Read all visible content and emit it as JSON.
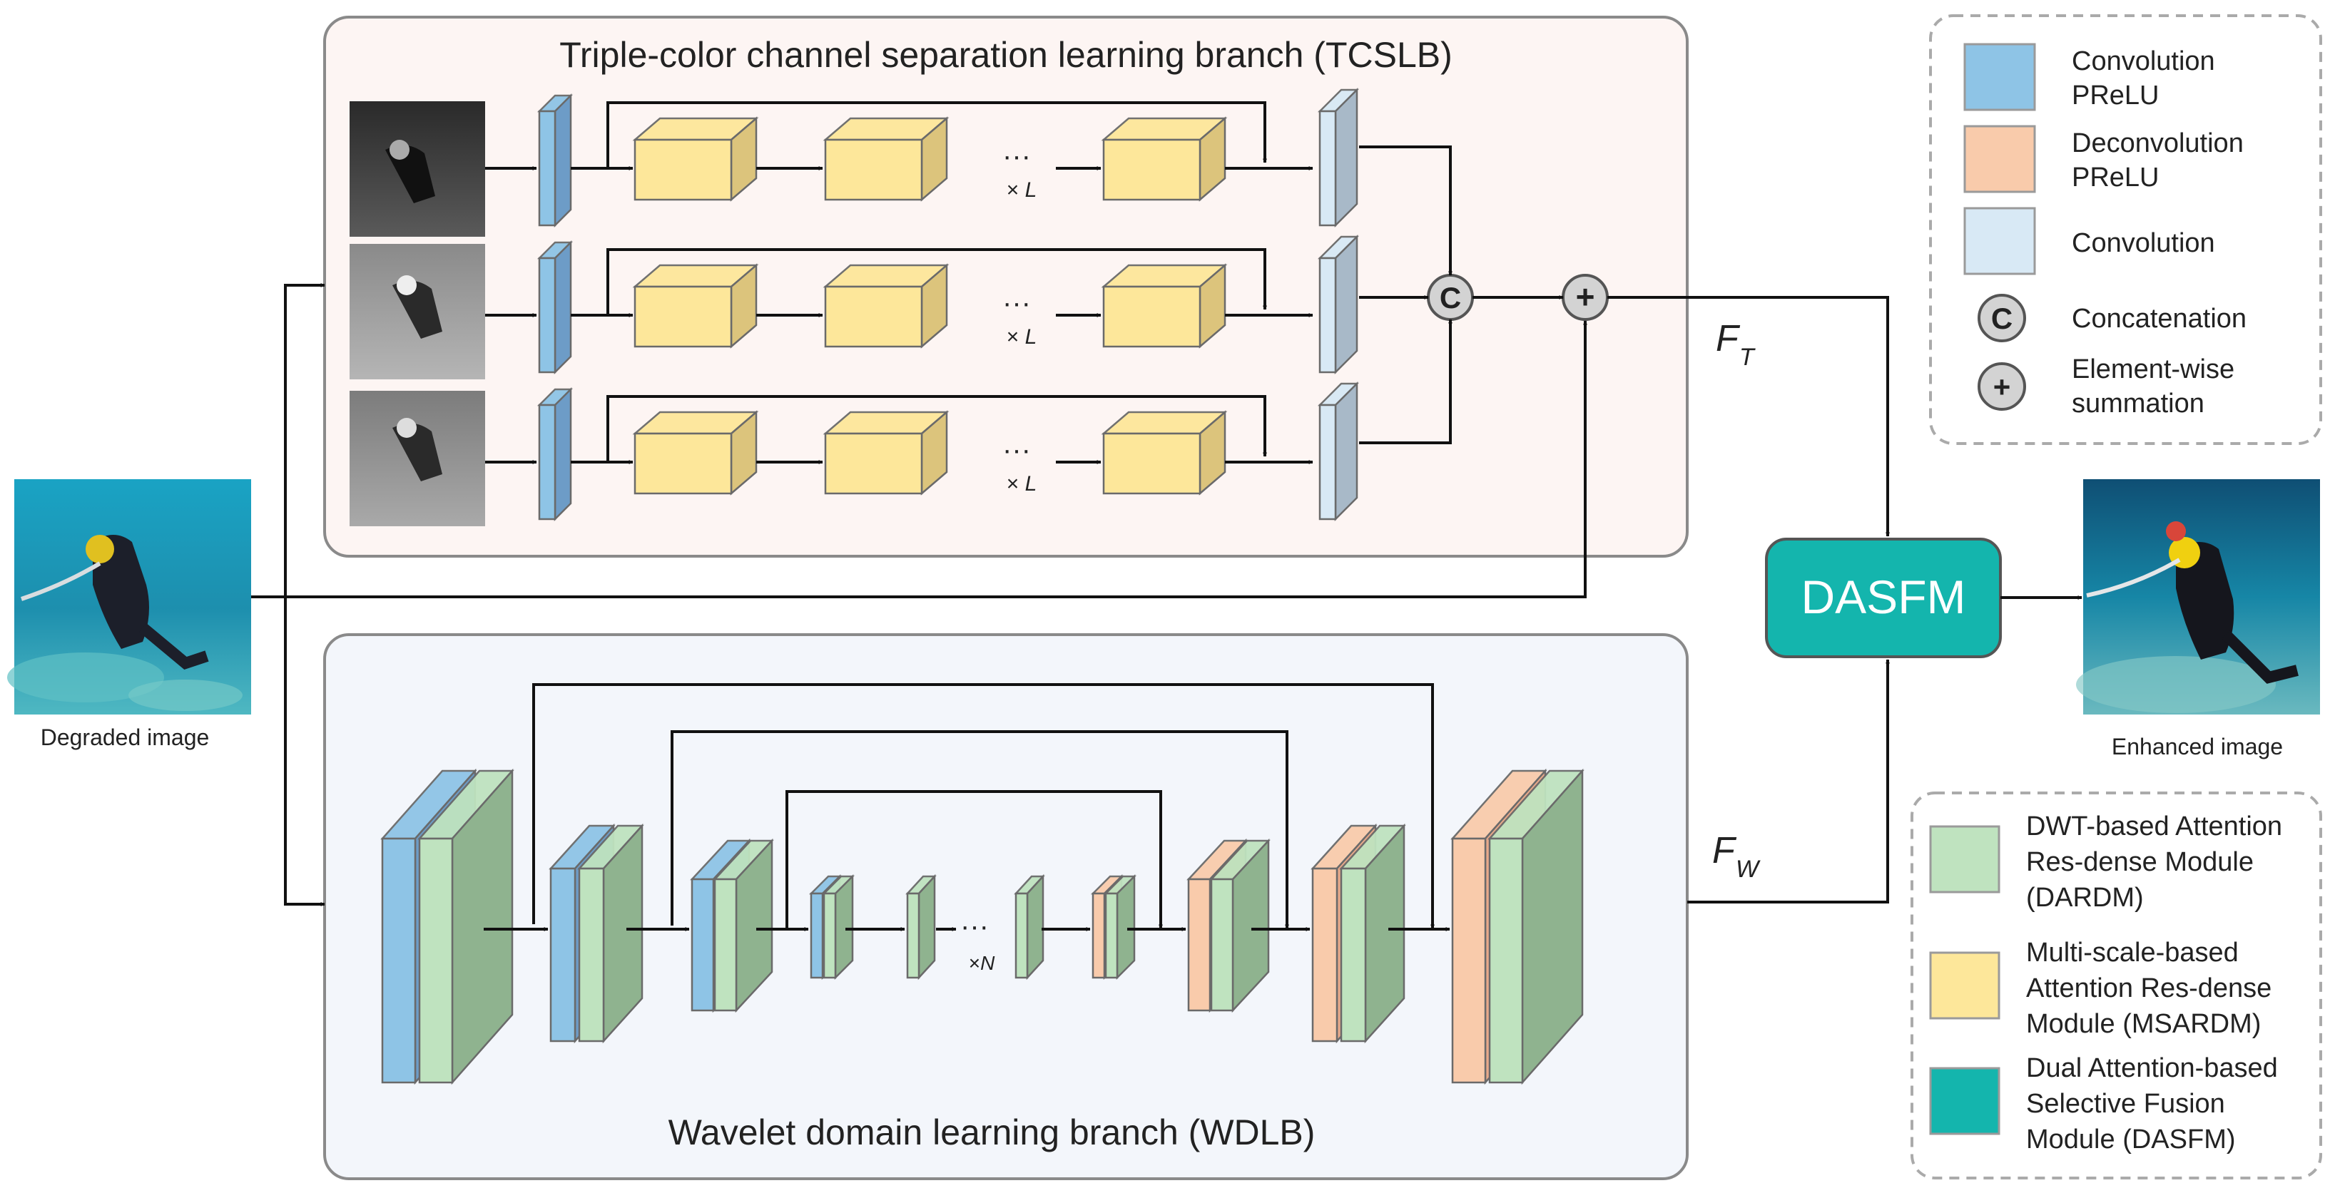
{
  "tcslb": {
    "title": "Triple-color channel separation learning branch (TCSLB)"
  },
  "wdlb": {
    "title": "Wavelet domain learning branch (WDLB)"
  },
  "input": {
    "label": "Degraded image"
  },
  "output": {
    "label": "Enhanced image"
  },
  "fusion": {
    "label": "DASFM"
  },
  "features": {
    "ft_main": "F",
    "ft_sub": "T",
    "fw_main": "F",
    "fw_sub": "W"
  },
  "repeat": {
    "dots": "···",
    "times": "×",
    "l": "L",
    "n": "N"
  },
  "ops": {
    "concat_symbol": "C",
    "sum_symbol": "+"
  },
  "legend_top": {
    "items": [
      {
        "line1": "Convolution",
        "line2": "PReLU",
        "color": "#8ec4e6"
      },
      {
        "line1": "Deconvolution",
        "line2": "PReLU",
        "color": "#f9cbab"
      },
      {
        "line1": "Convolution",
        "line2": "",
        "color": "#d8e9f5"
      },
      {
        "line1": "Concatenation",
        "line2": "",
        "symbol": "C"
      },
      {
        "line1": "Element-wise",
        "line2": "summation",
        "symbol": "+"
      }
    ]
  },
  "legend_bottom": {
    "items": [
      {
        "lines": [
          "DWT-based Attention",
          "Res-dense Module",
          "(DARDM)"
        ],
        "color": "#bfe3bf"
      },
      {
        "lines": [
          "Multi-scale-based",
          "Attention Res-dense",
          "Module (MSARDM)"
        ],
        "color": "#fde79a"
      },
      {
        "lines": [
          "Dual Attention-based",
          "Selective Fusion",
          "Module (DASFM)"
        ],
        "color": "#14b5ad"
      }
    ]
  },
  "colors": {
    "conv_front": "#8ec4e6",
    "conv_side": "#6d9cc7",
    "deconv_front": "#f9cbab",
    "deconv_side": "#e8a98a",
    "conv_plain_front": "#d8e9f5",
    "conv_plain_side": "#a8b9c8",
    "dardm_front": "#bfe3bf",
    "dardm_side": "#8fb38f",
    "msardm_front": "#fde79a",
    "msardm_side": "#dcc47c",
    "dasfm": "#14b5ad",
    "tcslb_bg": "#fdf5f3",
    "wdlb_bg": "#f3f6fb"
  }
}
